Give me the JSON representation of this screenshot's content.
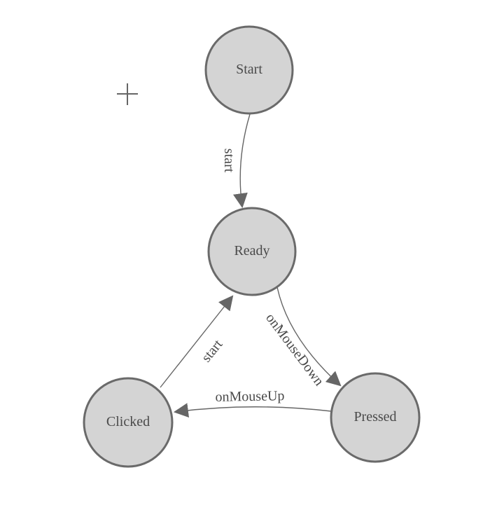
{
  "diagram": {
    "type": "state-machine",
    "background": "#ffffff",
    "colors": {
      "node_fill": "#d4d4d4",
      "node_stroke": "#6a6a6a",
      "edge_stroke": "#666666",
      "arrowhead": "#666666",
      "label_text": "#4a4a4a"
    },
    "nodes": [
      {
        "id": "start",
        "label": "Start"
      },
      {
        "id": "ready",
        "label": "Ready"
      },
      {
        "id": "pressed",
        "label": "Pressed"
      },
      {
        "id": "clicked",
        "label": "Clicked"
      }
    ],
    "edges": [
      {
        "from": "Start",
        "to": "Ready",
        "label": "start"
      },
      {
        "from": "Ready",
        "to": "Pressed",
        "label": "onMouseDown"
      },
      {
        "from": "Pressed",
        "to": "Clicked",
        "label": "onMouseUp"
      },
      {
        "from": "Clicked",
        "to": "Ready",
        "label": "start"
      }
    ],
    "icons": [
      {
        "name": "crosshair-icon"
      }
    ]
  }
}
